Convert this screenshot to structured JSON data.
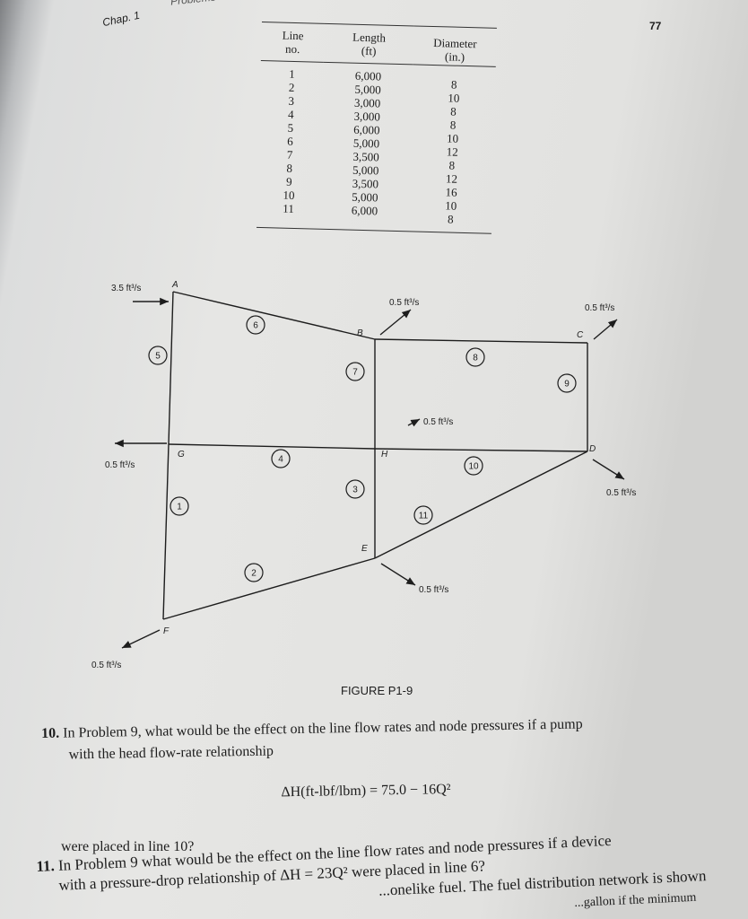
{
  "header": {
    "chapter": "Chap. 1",
    "section": "Problems",
    "page_number": "77"
  },
  "table": {
    "columns": [
      "Line no.",
      "Length (ft)",
      "Diameter (in.)"
    ],
    "column_lines": [
      [
        "Line",
        "no."
      ],
      [
        "Length",
        "(ft)"
      ],
      [
        "Diameter",
        "(in.)"
      ]
    ],
    "rows": [
      [
        "1",
        "6,000",
        "8"
      ],
      [
        "2",
        "5,000",
        "10"
      ],
      [
        "3",
        "3,000",
        "8"
      ],
      [
        "4",
        "3,000",
        "8"
      ],
      [
        "5",
        "6,000",
        "10"
      ],
      [
        "6",
        "5,000",
        "12"
      ],
      [
        "7",
        "3,500",
        "8"
      ],
      [
        "8",
        "5,000",
        "12"
      ],
      [
        "9",
        "3,500",
        "16"
      ],
      [
        "10",
        "5,000",
        "10"
      ],
      [
        "11",
        "6,000",
        "8"
      ]
    ]
  },
  "figure": {
    "caption": "FIGURE P1-9",
    "nodes": [
      "A",
      "B",
      "C",
      "D",
      "E",
      "F",
      "G",
      "H"
    ],
    "lines": [
      "1",
      "2",
      "3",
      "4",
      "5",
      "6",
      "7",
      "8",
      "9",
      "10",
      "11"
    ],
    "flows": {
      "A_in": "3.5 ft³/s",
      "B_out": "0.5 ft³/s",
      "C_out": "0.5 ft³/s",
      "H_out": "0.5 ft³/s",
      "G_out": "0.5 ft³/s",
      "D_out": "0.5 ft³/s",
      "E_out": "0.5 ft³/s",
      "F_out": "0.5 ft³/s"
    }
  },
  "problems": {
    "p10_number": "10.",
    "p10_line1": "In Problem 9, what would be the effect on the line flow rates and node pressures if a pump",
    "p10_line2": "with the head flow-rate relationship",
    "p10_equation": "ΔH(ft-lbf/lbm) = 75.0 − 16Q²",
    "p10_line3": "were placed in line 10?",
    "p11_number": "11.",
    "p11_line1": "In Problem 9 what would be the effect on the line flow rates and node pressures if a device",
    "p11_line2": "with a pressure-drop relationship of ΔH = 23Q² were placed in line 6?",
    "p11_line3": "...onelike fuel. The fuel distribution network is shown",
    "p11_line4": "...gallon if the minimum"
  }
}
